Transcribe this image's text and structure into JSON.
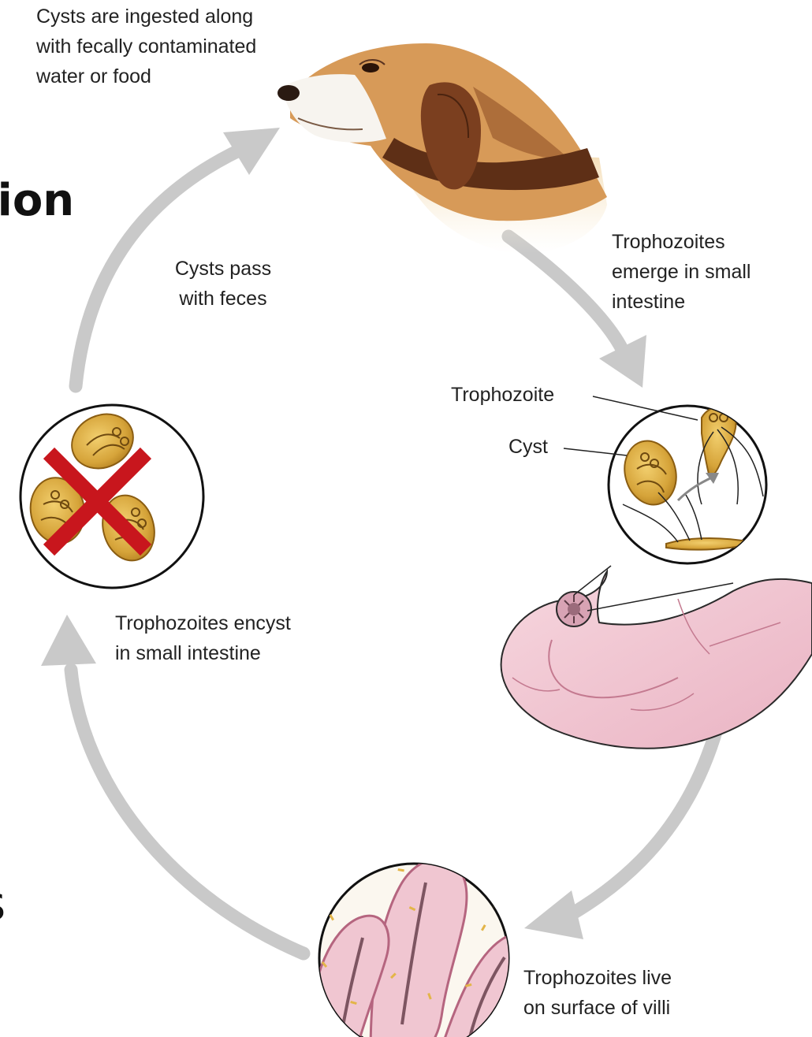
{
  "slide": {
    "title_fragment": "ution",
    "bottom_fragment": "s"
  },
  "labels": {
    "ingested": [
      "Cysts are ingested along",
      "with fecally contaminated",
      "water or food"
    ],
    "emerge": [
      "Trophozoites",
      "emerge in small",
      "intestine"
    ],
    "callout_trophozoite": "Trophozoite",
    "callout_cyst": "Cyst",
    "pass": [
      "Cysts pass",
      "with feces"
    ],
    "encyst": [
      "Trophozoites encyst",
      "in small intestine"
    ],
    "villi": [
      "Trophozoites live",
      "on surface of villi"
    ]
  },
  "colors": {
    "arrow": "#c9c9c9",
    "cyst": "#d4a236",
    "intestine": "#f0c6d1",
    "cross": "#c8161d",
    "dog_tan": "#d79a58"
  }
}
